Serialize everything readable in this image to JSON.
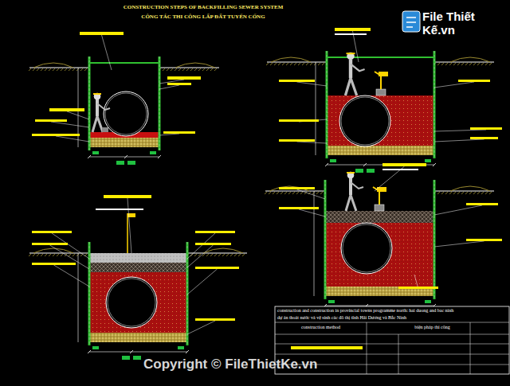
{
  "diagram": {
    "title": "CONSTRUCTION STEPS OF BACKFILLING SEWER SYSTEM",
    "labels": [
      "CÔNG TÁC THI CÔNG LẤP ĐẤT TUYẾN CỐNG",
      "File Thiết Kế.vn",
      "construction and construction in provincial towns programme north: hai duong and bac ninh",
      "dự án thoát nước và vệ sinh các đô thị tỉnh Hải Dương và Bắc Ninh",
      "construction method",
      "biện pháp thi công",
      "Copyright © FileThietKe.vn"
    ]
  }
}
